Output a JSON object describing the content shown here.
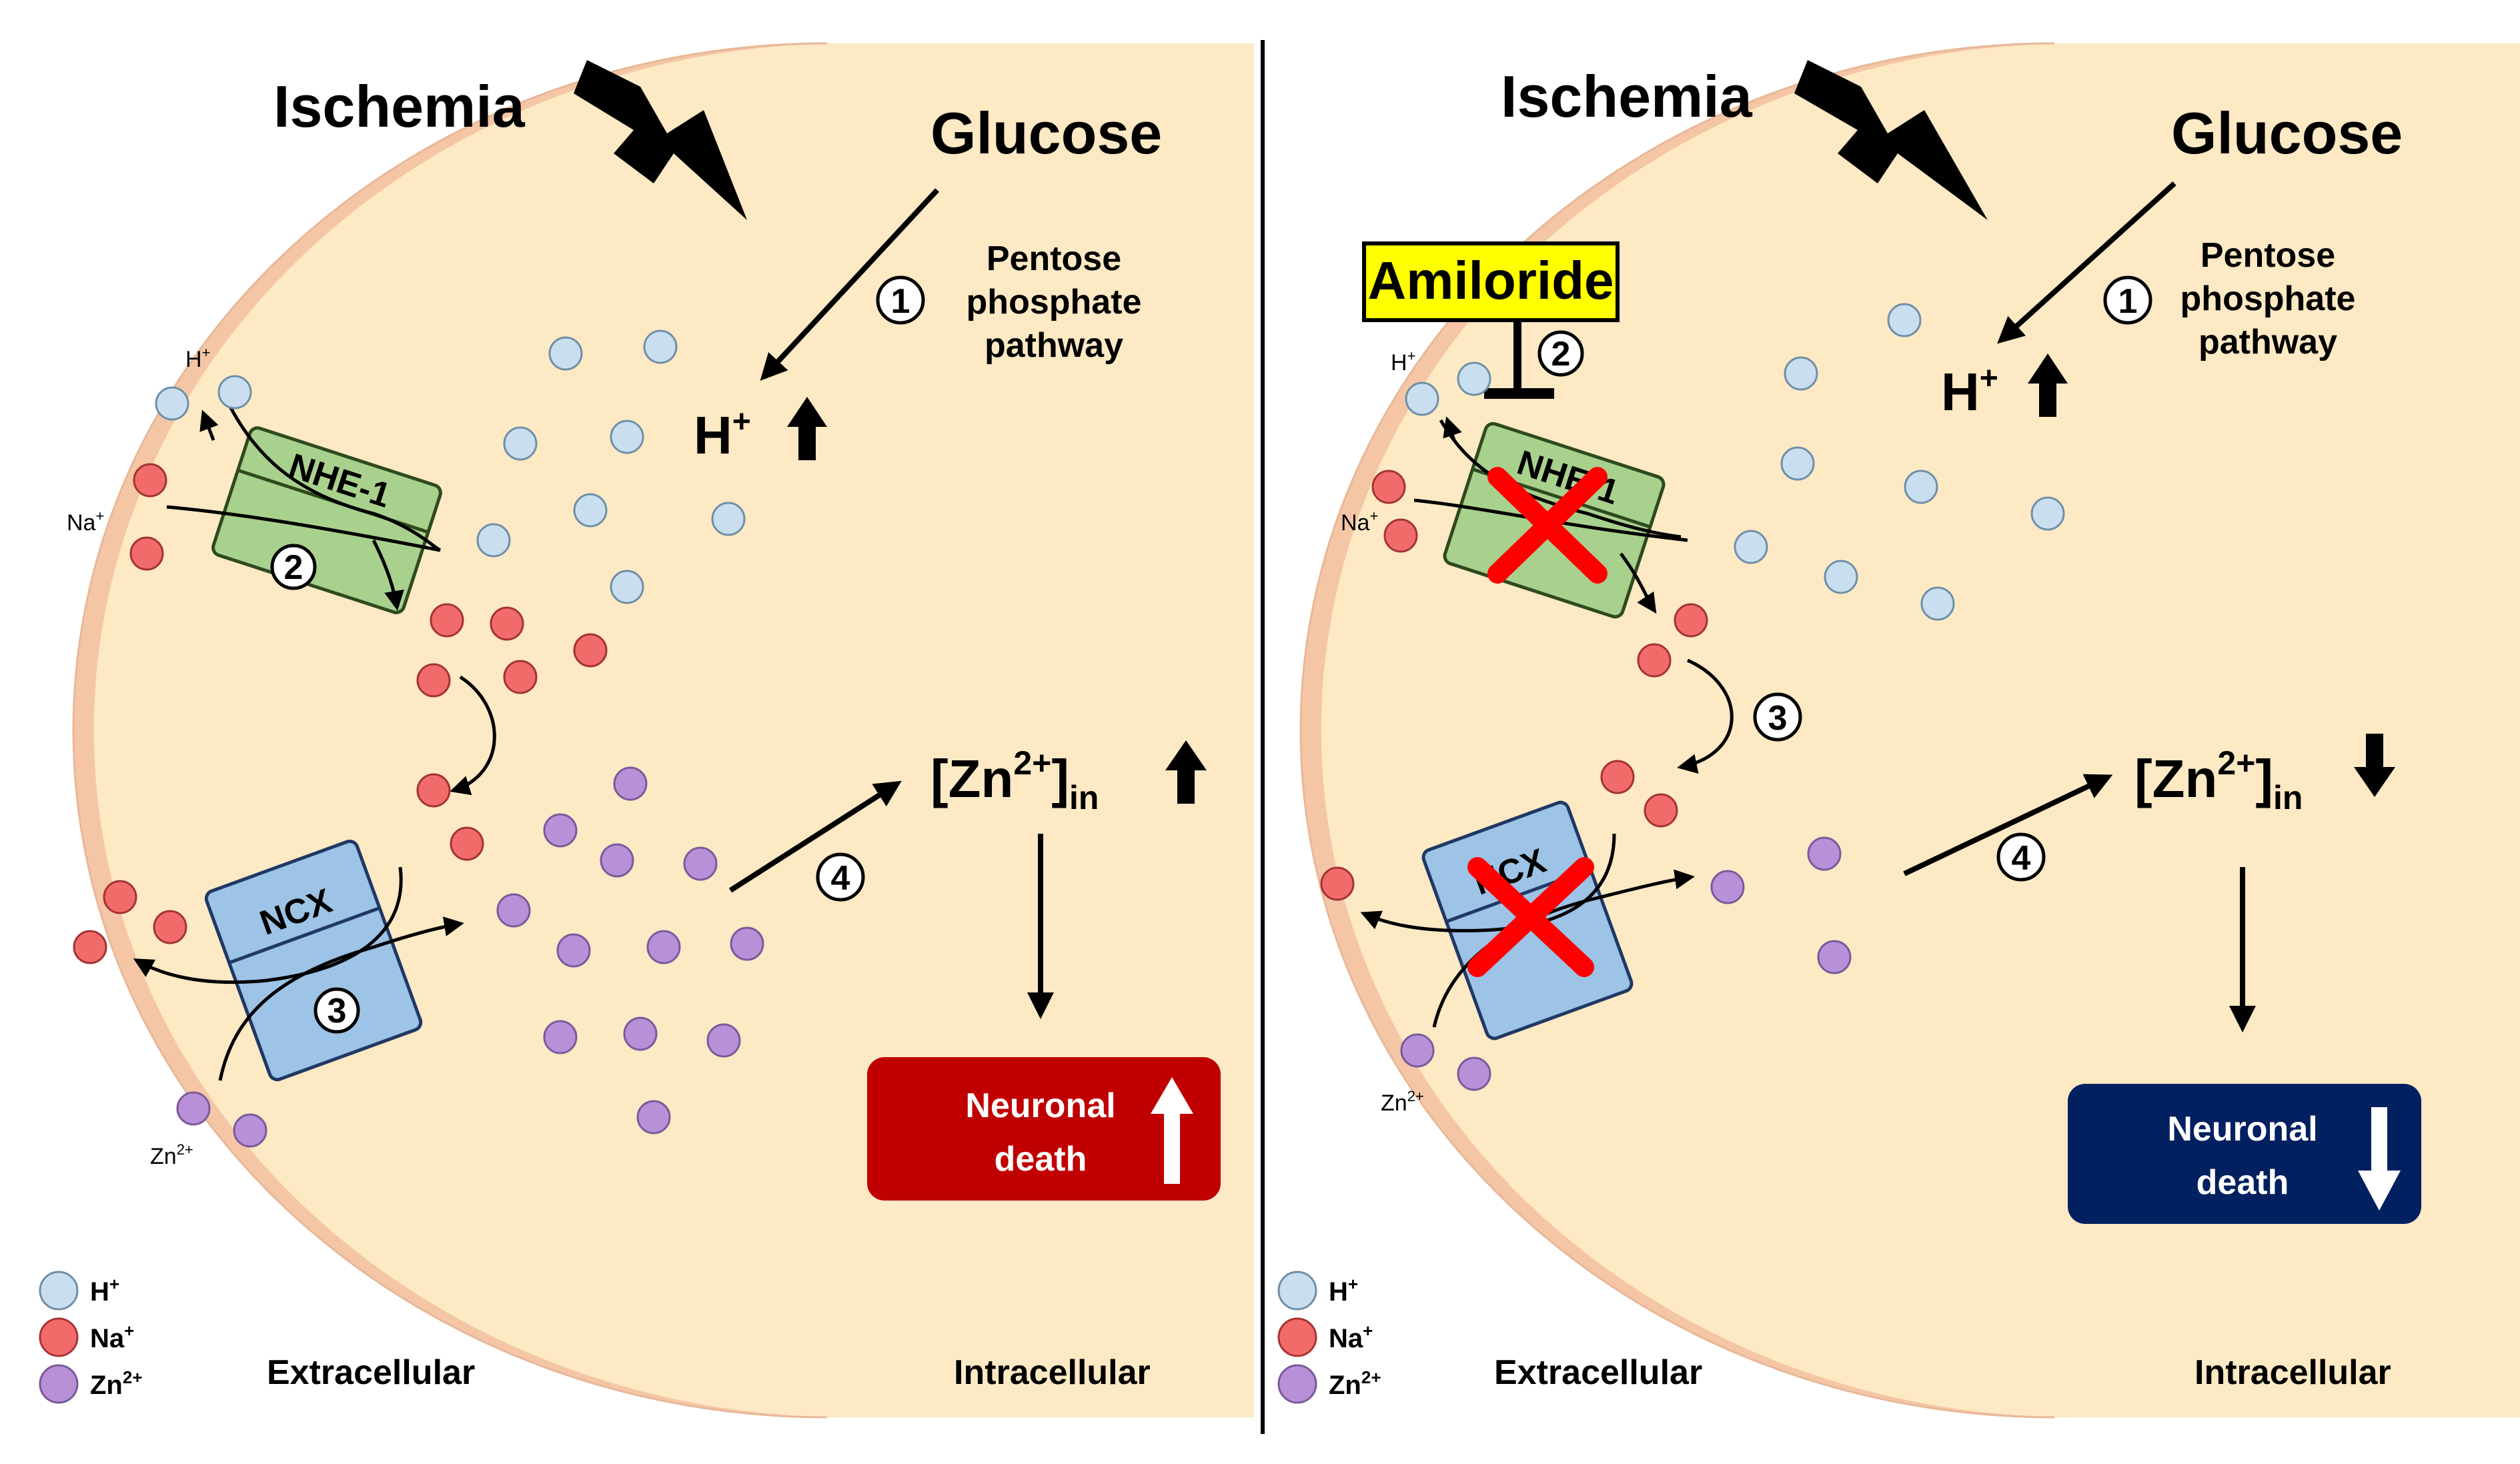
{
  "panels": [
    {
      "ischemia": "Ischemia",
      "glucose": "Glucose",
      "pathway": [
        "Pentose",
        "phosphate",
        "pathway"
      ],
      "h_up": "H",
      "h_sup": "+",
      "nhe": "NHE-1",
      "ncx": "NCX",
      "ion_h": "H",
      "ion_h_sup": "+",
      "ion_na": "Na",
      "ion_na_sup": "+",
      "ion_zn": "Zn",
      "ion_zn_sup": "2+",
      "zn_main": "[Zn",
      "zn_sup": "2+",
      "zn_close": "]",
      "zn_sub": "in",
      "death": [
        "Neuronal",
        "death"
      ],
      "steps": [
        "1",
        "2",
        "3",
        "4"
      ],
      "legend": [
        {
          "label": "H",
          "sup": "+",
          "color": "#c9dff0"
        },
        {
          "label": "Na",
          "sup": "+",
          "color": "#f26b6b"
        },
        {
          "label": "Zn",
          "sup": "2+",
          "color": "#b890d8"
        }
      ],
      "extracellular": "Extracellular",
      "intracellular": "Intracellular",
      "death_color": "#c00000"
    },
    {
      "ischemia": "Ischemia",
      "glucose": "Glucose",
      "pathway": [
        "Pentose",
        "phosphate",
        "pathway"
      ],
      "h_up": "H",
      "h_sup": "+",
      "nhe": "NHE-1",
      "ncx": "NCX",
      "amiloride": "Amiloride",
      "ion_h": "H",
      "ion_h_sup": "+",
      "ion_na": "Na",
      "ion_na_sup": "+",
      "ion_zn": "Zn",
      "ion_zn_sup": "2+",
      "zn_main": "[Zn",
      "zn_sup": "2+",
      "zn_close": "]",
      "zn_sub": "in",
      "death": [
        "Neuronal",
        "death"
      ],
      "steps": [
        "1",
        "2",
        "3",
        "4"
      ],
      "legend": [
        {
          "label": "H",
          "sup": "+",
          "color": "#c9dff0"
        },
        {
          "label": "Na",
          "sup": "+",
          "color": "#f26b6b"
        },
        {
          "label": "Zn",
          "sup": "2+",
          "color": "#b890d8"
        }
      ],
      "extracellular": "Extracellular",
      "intracellular": "Intracellular",
      "death_color": "#002060"
    }
  ],
  "colors": {
    "cytoplasm": "#fde9c4",
    "membrane": "#f4c6a6",
    "nhe": "#a9d18e",
    "ncx": "#9dc3e6",
    "amiloride_box": "#ffff00",
    "block": "#ff0000"
  }
}
